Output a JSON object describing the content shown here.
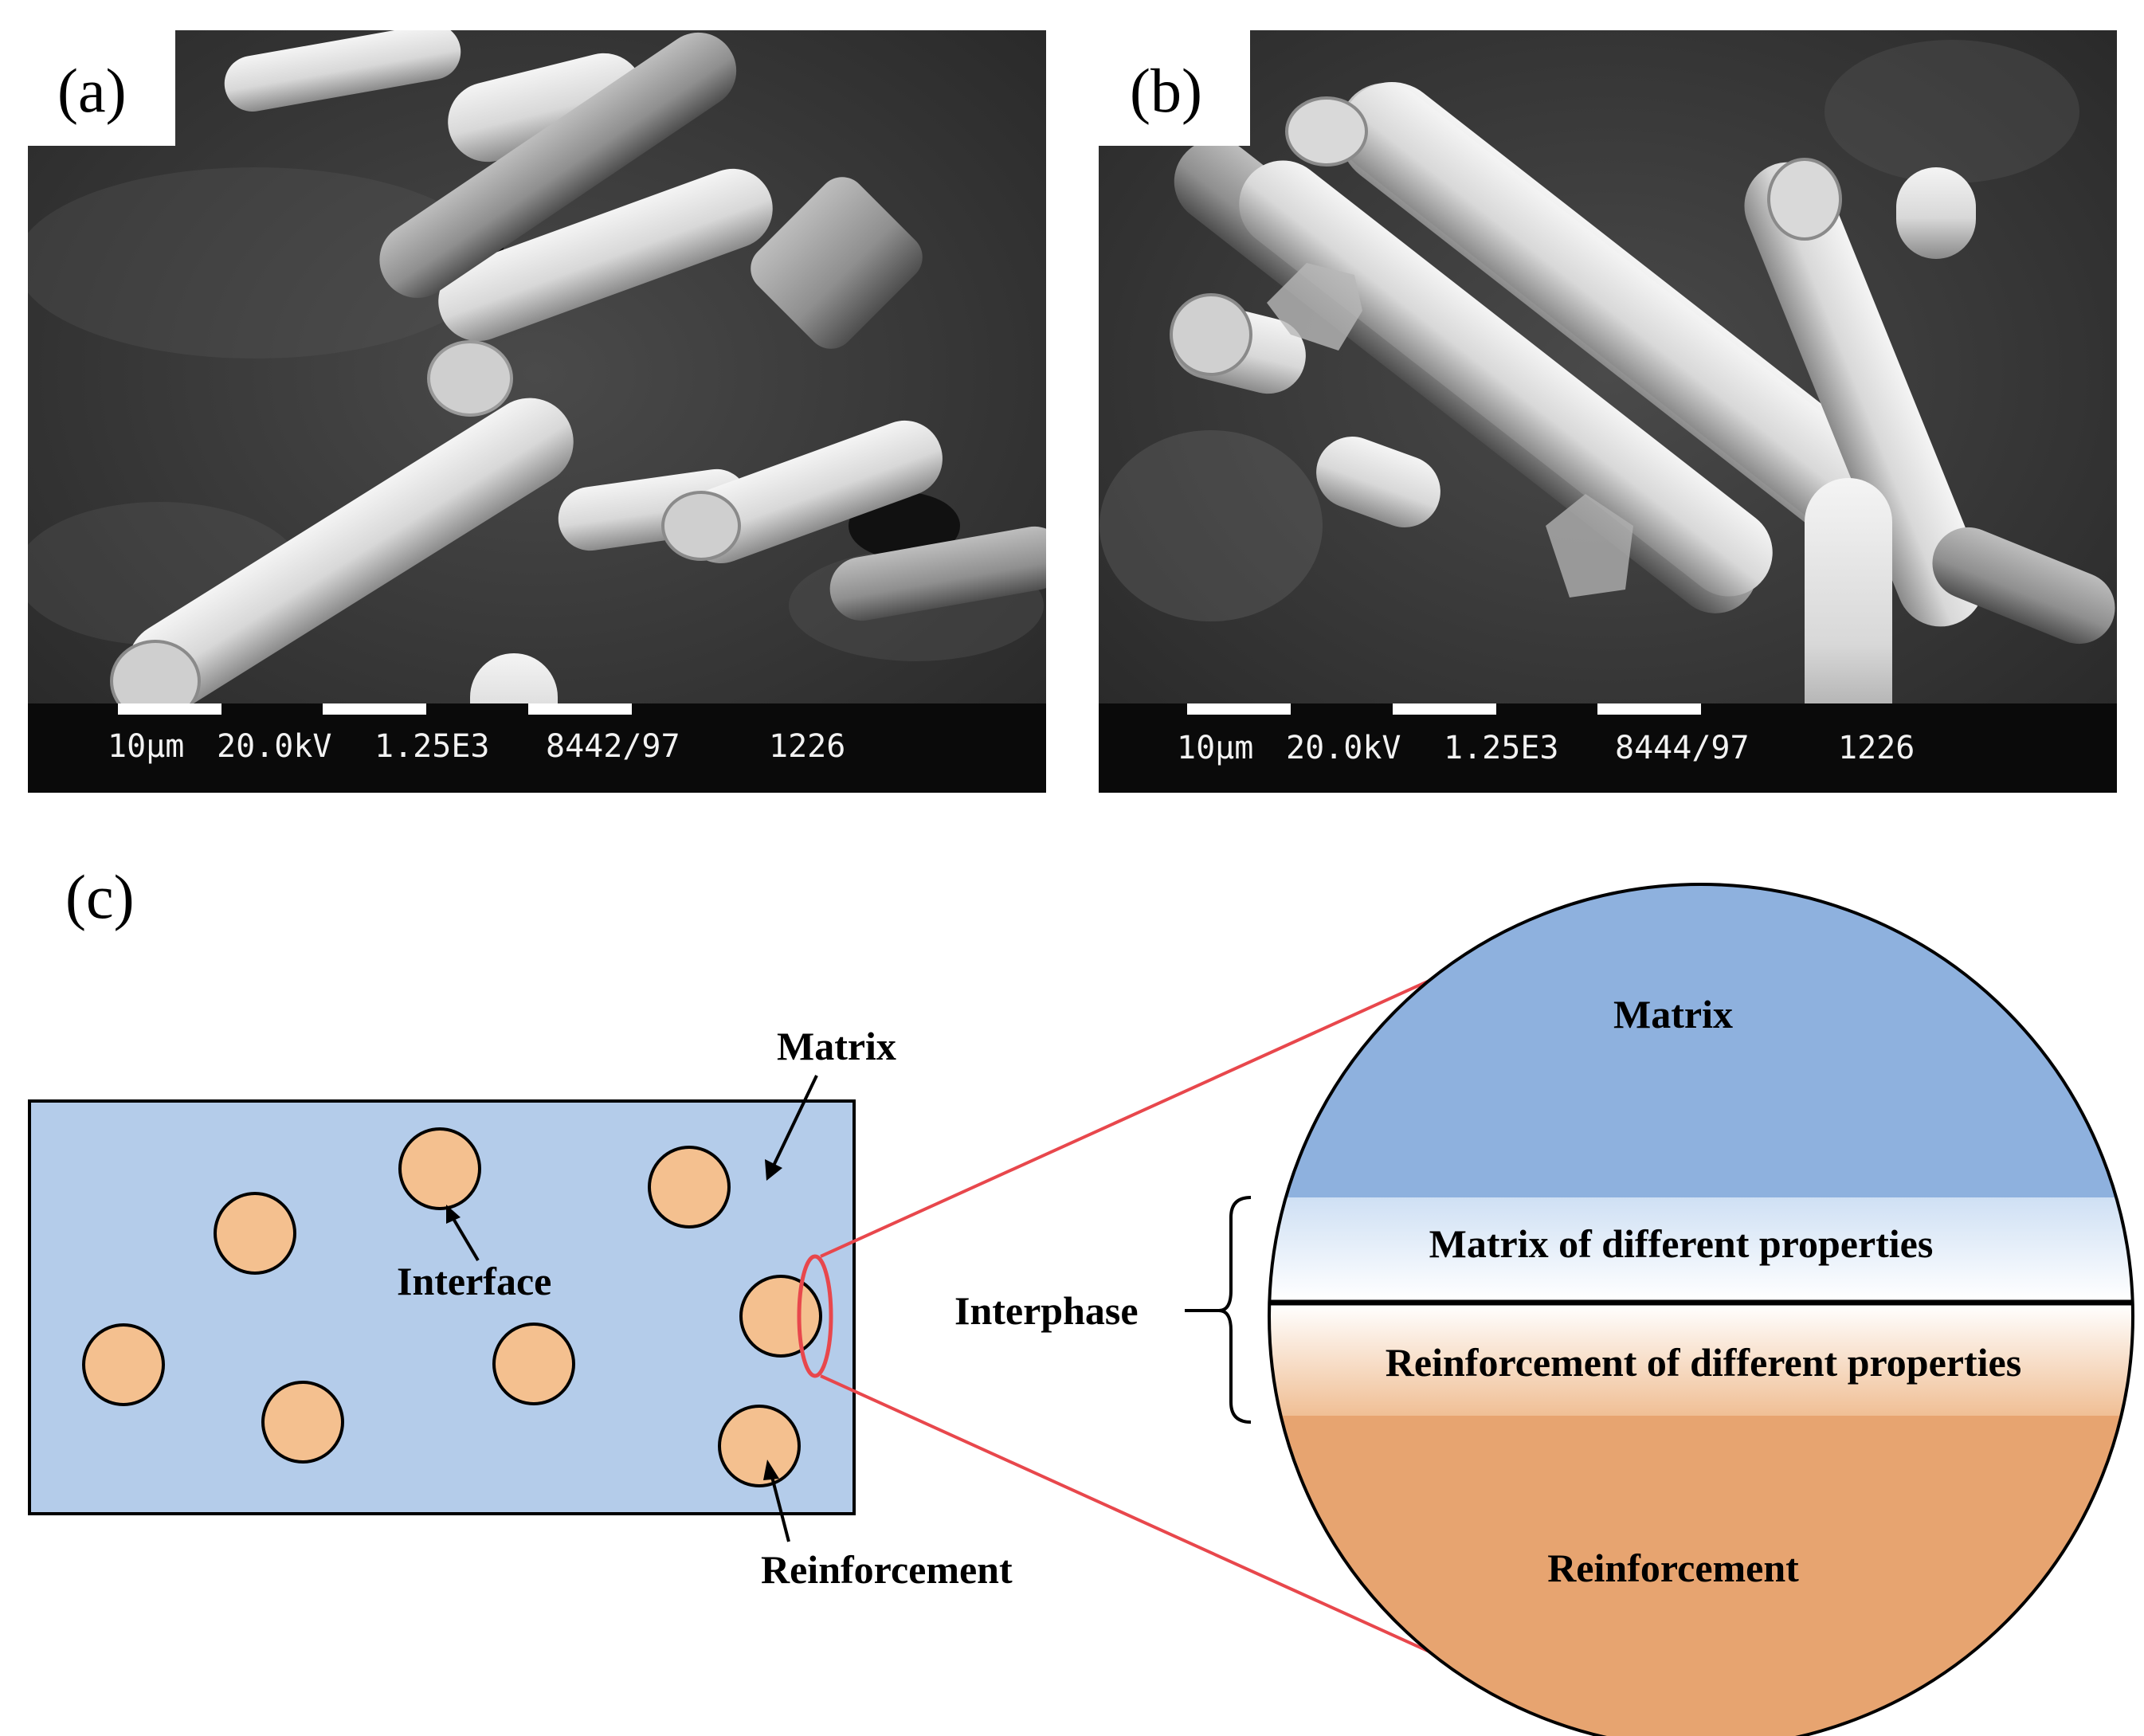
{
  "panels": {
    "a": {
      "label": "(a)",
      "scale_bar": {
        "scale": "10μm",
        "voltage": "20.0kV",
        "magnification": "1.25E3",
        "image_number": "8442/97",
        "code": "1226"
      }
    },
    "b": {
      "label": "(b)",
      "scale_bar": {
        "scale": "10μm",
        "voltage": "20.0kV",
        "magnification": "1.25E3",
        "image_number": "8444/97",
        "code": "1226"
      }
    },
    "c": {
      "label": "(c)",
      "schematic": {
        "matrix_label": "Matrix",
        "interface_label": "Interface",
        "reinforcement_label": "Reinforcement"
      },
      "magnified_view": {
        "matrix": "Matrix",
        "matrix_interphase": "Matrix of different properties",
        "reinforcement_interphase": "Reinforcement of different properties",
        "reinforcement": "Reinforcement",
        "interphase_label": "Interphase"
      }
    }
  },
  "colors": {
    "matrix_fill": "#B4CCEA",
    "particle_fill": "#F4C08F",
    "circle_matrix": "#8EB1DE",
    "circle_reinforcement": "#E7A470",
    "callout_line": "#E8474C",
    "sem_background": "#3A3A3A"
  }
}
